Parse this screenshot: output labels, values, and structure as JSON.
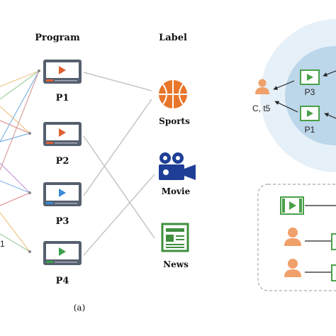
{
  "headers": {
    "program": "Program",
    "label": "Label"
  },
  "programs": [
    {
      "label": "P1",
      "color": "#e06030"
    },
    {
      "label": "P2",
      "color": "#e06030"
    },
    {
      "label": "P3",
      "color": "#3a8ad8"
    },
    {
      "label": "P4",
      "color": "#3aa04a"
    }
  ],
  "labels": [
    {
      "label": "Sports",
      "icon": "basketball-icon",
      "color": "#e8762a"
    },
    {
      "label": "Movie",
      "icon": "movie-camera-icon",
      "color": "#1f3f96"
    },
    {
      "label": "News",
      "icon": "newspaper-icon",
      "color": "#3f8f3f"
    }
  ],
  "caption": "(a)",
  "right_panel": {
    "user_label": "C, t5",
    "nodes": [
      "P3",
      "P1"
    ]
  },
  "left_fragment": "1",
  "colors": {
    "play_green": "#4aa04a",
    "user_orange": "#f0a06a",
    "circle_outer": "#e6f0f8",
    "circle_inner": "#bcd6ea"
  }
}
